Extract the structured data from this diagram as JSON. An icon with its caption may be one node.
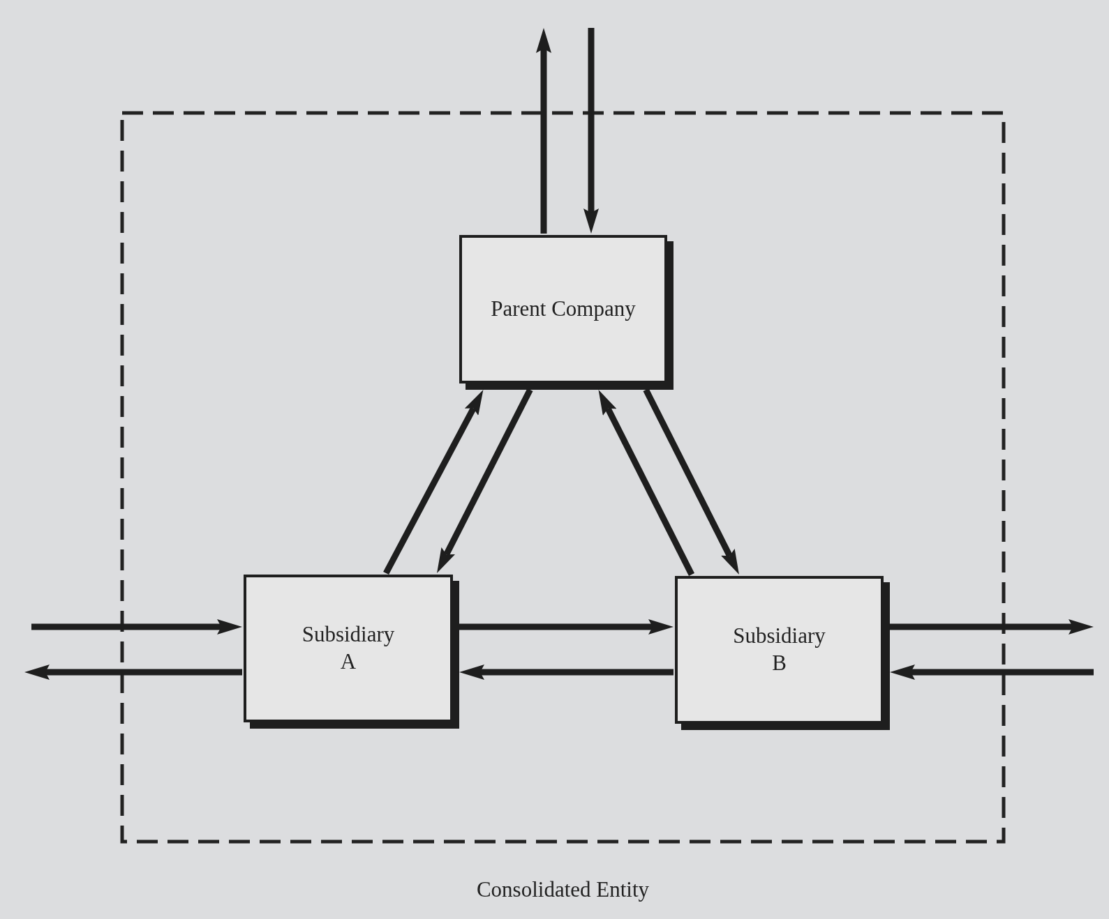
{
  "diagram": {
    "nodes": [
      {
        "text": [
          "Consolidated Entity"
        ]
      },
      {
        "text": [
          "Parent Company"
        ],
        "in": 0
      },
      {
        "text": [
          "Subsidiary A"
        ],
        "in": 0
      },
      {
        "text": [
          "Subsidiary B"
        ],
        "in": 0
      }
    ],
    "edges": [
      {
        "from": 1,
        "to": null,
        "arrow": "to"
      },
      {
        "from": null,
        "to": 1,
        "arrow": "to"
      },
      {
        "from": 2,
        "to": 1,
        "arrow": "to"
      },
      {
        "from": 1,
        "to": 2,
        "arrow": "to"
      },
      {
        "from": 3,
        "to": 1,
        "arrow": "to"
      },
      {
        "from": 1,
        "to": 3,
        "arrow": "to"
      },
      {
        "from": 2,
        "to": 3,
        "arrow": "to"
      },
      {
        "from": 3,
        "to": 2,
        "arrow": "to"
      },
      {
        "from": null,
        "to": 2,
        "arrow": "to"
      },
      {
        "from": 2,
        "to": null,
        "arrow": "to"
      },
      {
        "from": 3,
        "to": null,
        "arrow": "to"
      },
      {
        "from": null,
        "to": 3,
        "arrow": "to"
      }
    ]
  }
}
